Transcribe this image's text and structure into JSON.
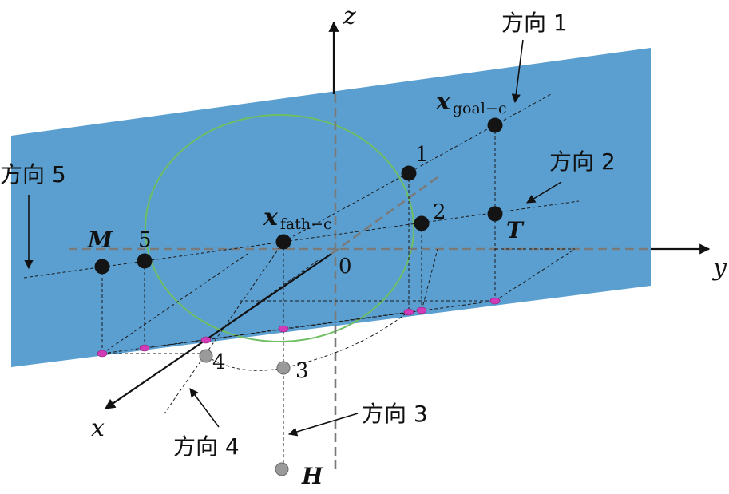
{
  "axes": {
    "z": "z",
    "y": "y",
    "x": "x",
    "origin": "0"
  },
  "points": {
    "goal": {
      "main": "x",
      "sub": "goal−c"
    },
    "fath": {
      "main": "x",
      "sub": "fath−c"
    },
    "M": "M",
    "T": "T",
    "H": "H",
    "n1": "1",
    "n2": "2",
    "n3": "3",
    "n4": "4",
    "n5": "5"
  },
  "directions": {
    "d1": "方向 1",
    "d2": "方向 2",
    "d3": "方向 3",
    "d4": "方向 4",
    "d5": "方向 5"
  },
  "colors": {
    "plane": "#5b9fd1",
    "circle": "#6fbf62",
    "projection": "#d13bb6",
    "node": "#141414",
    "ghost": "#9a9a9a"
  }
}
